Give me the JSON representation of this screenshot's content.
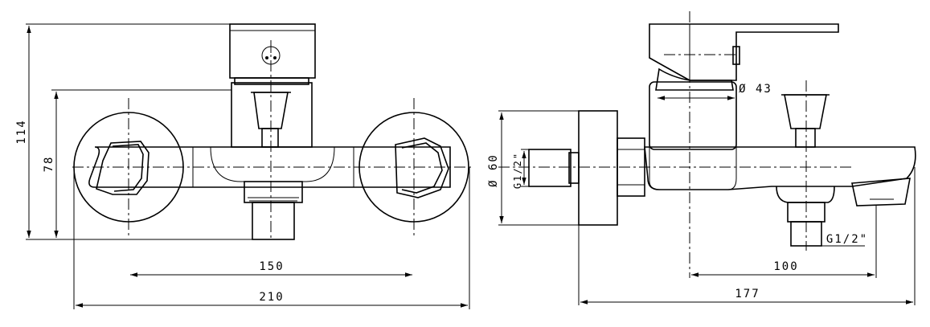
{
  "dimensions": {
    "front_height_total": "114",
    "front_height_inner": "78",
    "front_width_centers": "150",
    "front_width_total": "210",
    "side_diameter_plate": "Ø 60",
    "side_thread_inlet": "G1/2\"",
    "side_diameter_body": "Ø 43",
    "side_thread_outlet": "G1/2\"",
    "side_depth_outlet": "100",
    "side_depth_total": "177"
  }
}
